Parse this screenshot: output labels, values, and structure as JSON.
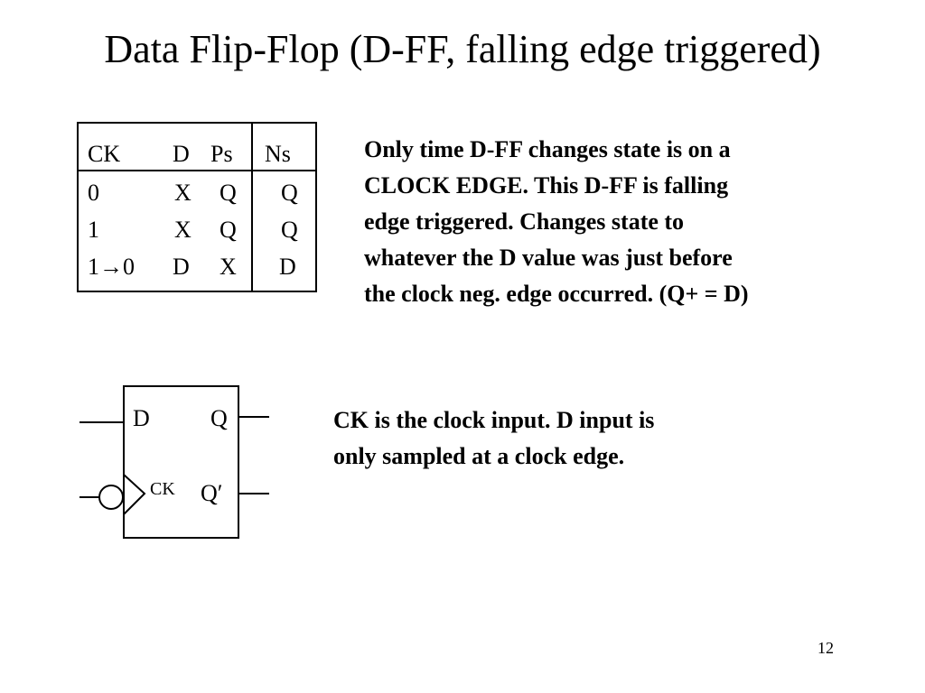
{
  "slide": {
    "title": "Data Flip-Flop (D-FF, falling edge triggered)",
    "page_number": "12"
  },
  "truth_table": {
    "headers": [
      "CK",
      "D",
      "Ps",
      "Ns"
    ],
    "rows": [
      [
        "0",
        "X",
        "Q",
        "Q"
      ],
      [
        "1",
        "X",
        "Q",
        "Q"
      ],
      [
        "1→0",
        "D",
        "X",
        "D"
      ]
    ]
  },
  "description_top": "Only time D-FF changes state is on a\nCLOCK EDGE.  This D-FF is falling\nedge triggered.   Changes state to\nwhatever the D value was just before\nthe clock neg. edge occurred. (Q+ = D)",
  "description_bottom": "CK is the clock input.   D input is\nonly sampled at a clock edge.",
  "symbol": {
    "d_label": "D",
    "q_label": "Q",
    "ck_label": "CK",
    "qbar_label": "Q′"
  }
}
